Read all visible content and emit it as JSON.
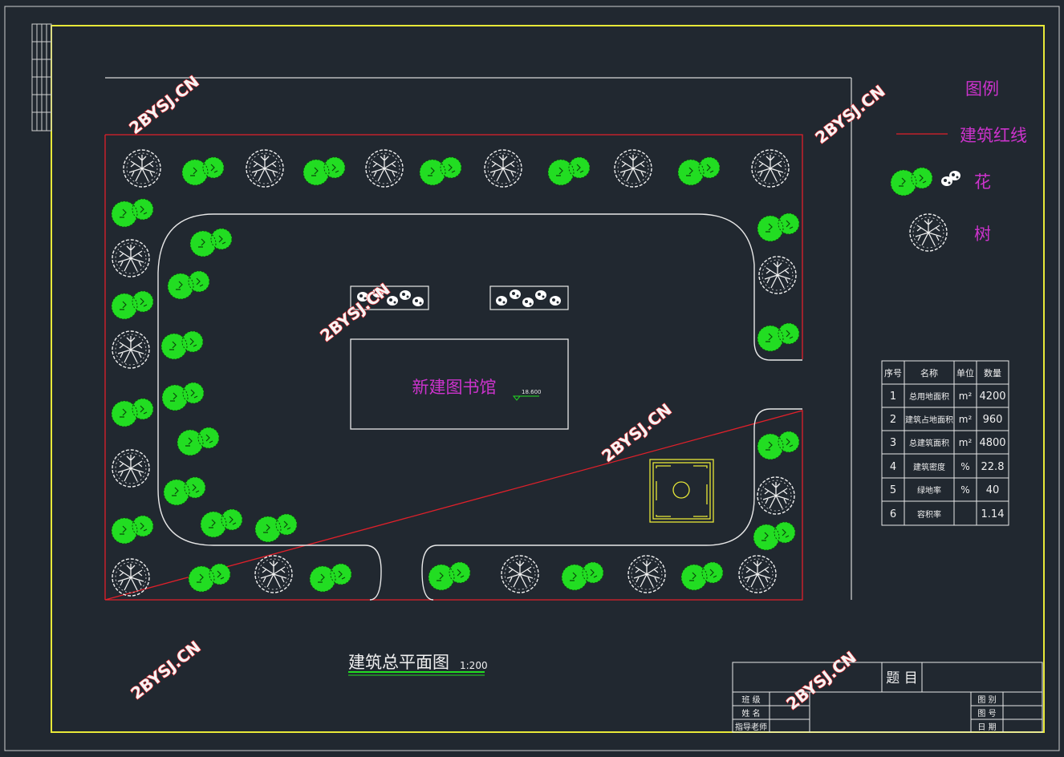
{
  "drawing": {
    "building_label": "新建图书馆",
    "elevation": "18.600",
    "plan_title": "建筑总平面图",
    "plan_scale": "1:200"
  },
  "legend": {
    "title": "图例",
    "red_line_label": "建筑红线",
    "flower_label": "花",
    "tree_label": "树"
  },
  "stats_table": {
    "headers": [
      "序号",
      "名称",
      "单位",
      "数量"
    ],
    "rows": [
      [
        "1",
        "总用地面积",
        "m²",
        "4200"
      ],
      [
        "2",
        "建筑占地面积",
        "m²",
        "960"
      ],
      [
        "3",
        "总建筑面积",
        "m²",
        "4800"
      ],
      [
        "4",
        "建筑密度",
        "%",
        "22.8"
      ],
      [
        "5",
        "绿地率",
        "%",
        "40"
      ],
      [
        "6",
        "容积率",
        "",
        "1.14"
      ]
    ]
  },
  "title_block": {
    "title_label": "题  目",
    "left_rows": [
      "班  级",
      "姓  名",
      "指导老师"
    ],
    "right_rows": [
      "图  别",
      "图  号",
      "日  期"
    ]
  },
  "watermark": "2BYSJ.CN",
  "colors": {
    "background": "#212830",
    "frame": "#e8e838",
    "red_line": "#e0202a",
    "road": "#e8e8e8",
    "text_magenta": "#cc33cc",
    "shrub": "#22dd22",
    "tree": "#f0f0f0",
    "pavilion": "#e8e838",
    "watermark": "#e8282c"
  }
}
